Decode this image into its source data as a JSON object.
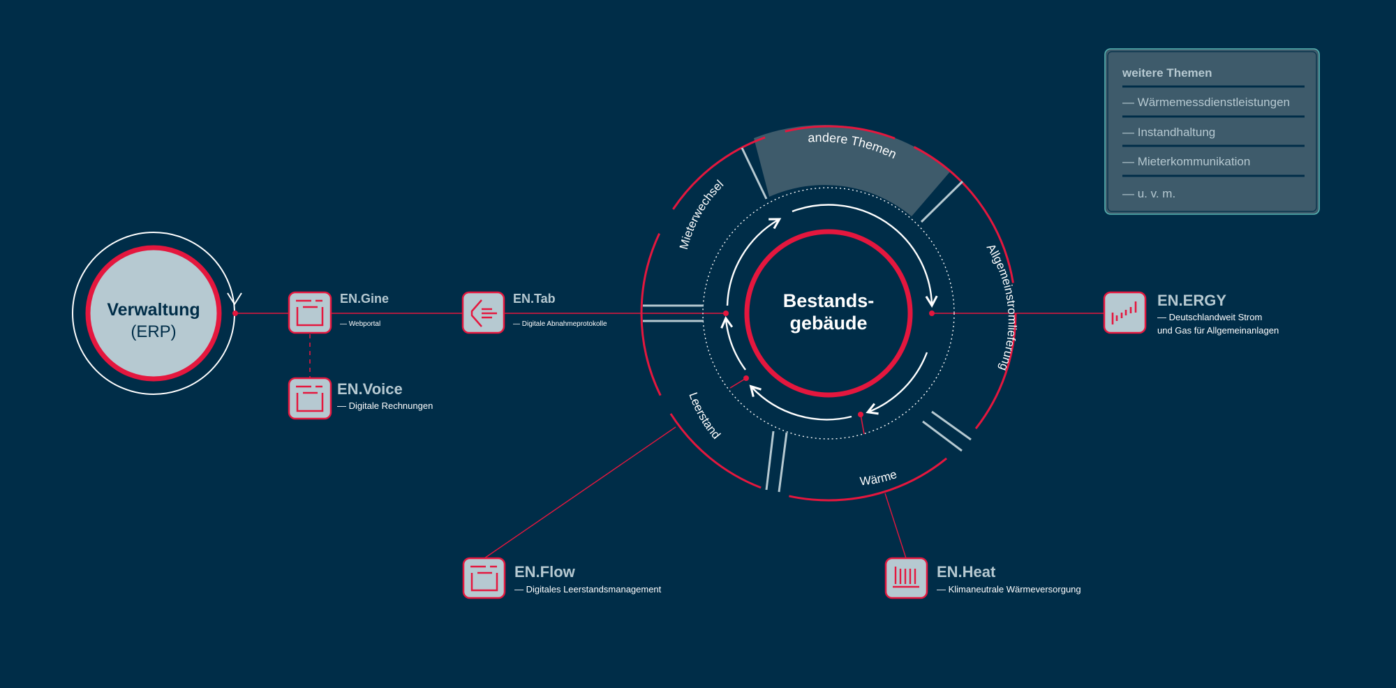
{
  "colors": {
    "background": "#002d48",
    "accent_red": "#e4173e",
    "light_blue": "#b6c9d1",
    "panel": "#3e5b6b",
    "panel_border": "#55b3b1",
    "white": "#ffffff"
  },
  "erp": {
    "title": "Verwaltung",
    "subtitle": "(ERP)"
  },
  "center": {
    "line1": "Bestands-",
    "line2": "gebäude"
  },
  "segments": {
    "other": "andere Themen",
    "mieterwechsel": "Mieterwechsel",
    "allgemeinstrom": "Allgemeinstromlieferung",
    "leerstand": "Leerstand",
    "waerme": "Wärme"
  },
  "products": {
    "engine": {
      "name": "EN.Gine",
      "desc": "— Webportal",
      "icon": "portal-icon"
    },
    "envoice": {
      "name": "EN.Voice",
      "desc": "— Digitale Rechnungen",
      "icon": "invoice-icon"
    },
    "entab": {
      "name": "EN.Tab",
      "desc": "— Digitale Abnahmeprotokolle",
      "icon": "tablet-protocol-icon"
    },
    "energy": {
      "name": "EN.ERGY",
      "desc1": "— Deutschlandweit Strom",
      "desc2": "und Gas für Allgemeinanlagen",
      "icon": "signal-bars-icon"
    },
    "enflow": {
      "name": "EN.Flow",
      "desc": "— Digitales Leerstandsmanagement",
      "icon": "flow-icon"
    },
    "enheat": {
      "name": "EN.Heat",
      "desc": "— Klimaneutrale Wärmeversorgung",
      "icon": "radiator-icon"
    }
  },
  "topics": {
    "title": "weitere Themen",
    "items": [
      "— Wärmemessdienstleistungen",
      "— Instandhaltung",
      "— Mieterkommunikation",
      "— u. v. m."
    ]
  }
}
